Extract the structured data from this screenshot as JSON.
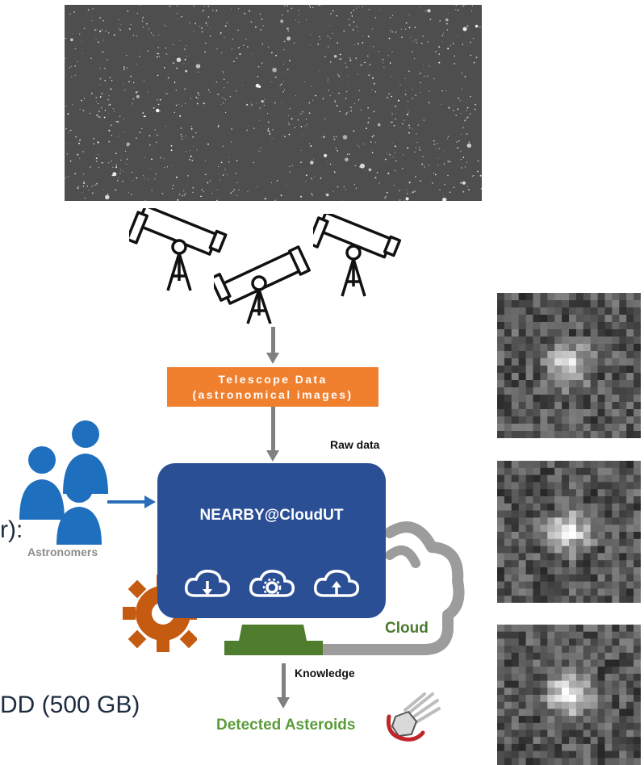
{
  "diagram": {
    "telescope_data_label_line1": "Telescope Data",
    "telescope_data_label_line2": "(astronomical images)",
    "raw_data_label": "Raw data",
    "platform_name": "NEARBY@CloudUT",
    "astronomers_label": "Astronomers",
    "cloud_label": "Cloud",
    "knowledge_label": "Knowledge",
    "detected_label": "Detected Asteroids"
  },
  "left_text": {
    "line1": "r):",
    "line2": "DD (500 GB)"
  },
  "colors": {
    "orange": "#f07f2e",
    "navy": "#2b4f95",
    "person_blue": "#1f6fbf",
    "gear_orange": "#c55a11",
    "green_dark": "#4a7a2e",
    "green_bright": "#5a9c3a",
    "arrow_grey": "#808080"
  },
  "icons": [
    "telescope-icon",
    "person-icon",
    "cloud-download-icon",
    "cloud-settings-icon",
    "cloud-upload-icon",
    "gear-icon",
    "cloud-outline-icon",
    "asteroid-icon"
  ]
}
